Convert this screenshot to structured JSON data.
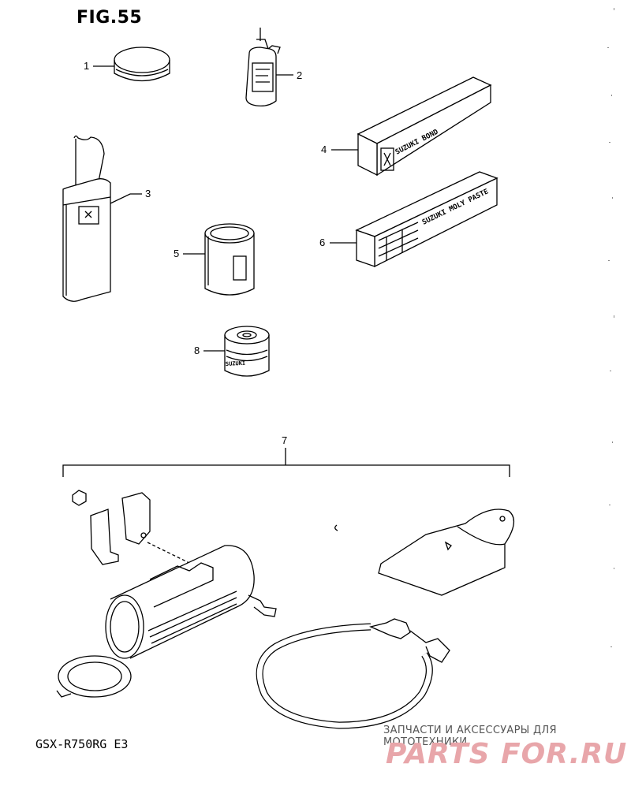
{
  "figure": {
    "title": "FIG.55",
    "model": "GSX-R750RG E3"
  },
  "callouts": [
    {
      "id": "1",
      "label": "1"
    },
    {
      "id": "2",
      "label": "2"
    },
    {
      "id": "3",
      "label": "3"
    },
    {
      "id": "4",
      "label": "4"
    },
    {
      "id": "5",
      "label": "5"
    },
    {
      "id": "6",
      "label": "6"
    },
    {
      "id": "7",
      "label": "7"
    },
    {
      "id": "8",
      "label": "8"
    }
  ],
  "part_labels": {
    "bond_tube": "SUZUKI BOND",
    "paste_tube": "SUZUKI MOLY PASTE",
    "can_brand": "SUZUKI"
  },
  "watermark": {
    "tagline": "ЗАПЧАСТИ И АКСЕССУАРЫ ДЛЯ МОТОТЕХНИКИ",
    "logo": "PARTS FOR.RU",
    "color": "#e8a6aa"
  }
}
